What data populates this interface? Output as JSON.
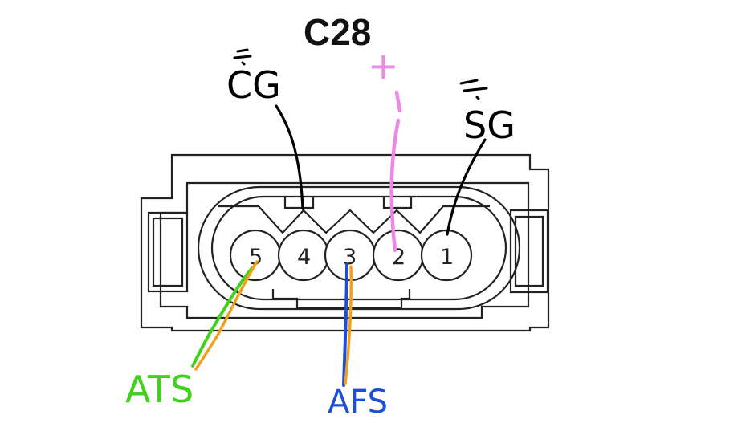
{
  "diagram": {
    "title": "C28",
    "pins": [
      {
        "id": "5",
        "label": "5"
      },
      {
        "id": "4",
        "label": "4"
      },
      {
        "id": "3",
        "label": "3"
      },
      {
        "id": "2",
        "label": "2"
      },
      {
        "id": "1",
        "label": "1"
      }
    ],
    "annotations": {
      "cg": "CG",
      "sg": "SG",
      "ats": "ATS",
      "afs": "AFS",
      "plus": "+"
    },
    "colors": {
      "outline": "#222222",
      "cg_wire": "#000000",
      "sg_wire": "#000000",
      "plus_wire": "#ee88e6",
      "ats_green": "#43d11f",
      "ats_orange": "#f2a01c",
      "afs_blue": "#1c4fd6",
      "afs_orange": "#f2a01c"
    }
  }
}
